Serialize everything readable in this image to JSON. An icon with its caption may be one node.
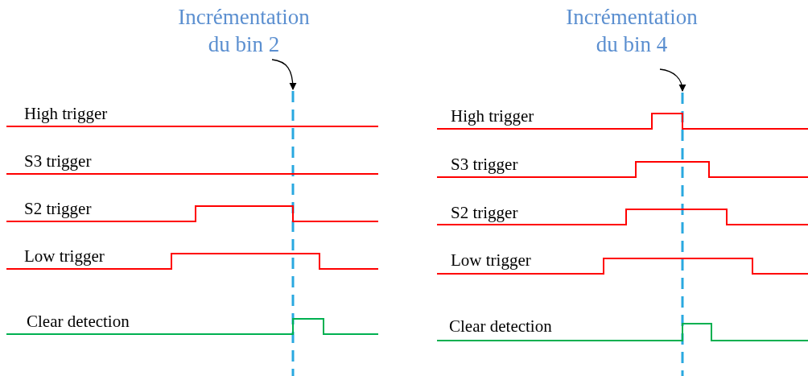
{
  "diagram": {
    "nodes": [
      {
        "text": [
          "Incrémentation du bin 2"
        ]
      },
      {
        "text": [],
        "shape": "line"
      },
      {
        "text": [
          "Incrémentation du bin 4"
        ]
      },
      {
        "text": [],
        "shape": "line"
      }
    ],
    "edges": [
      {
        "from": 0,
        "to": 1,
        "arrow": "to"
      },
      {
        "from": 2,
        "to": 3,
        "arrow": "to"
      }
    ],
    "labels": [
      "High trigger",
      "S3 trigger",
      "S2 trigger",
      "Low trigger",
      "Clear detection",
      "High trigger",
      "S3 trigger",
      "S2 trigger",
      "Low trigger",
      "Clear detection"
    ]
  }
}
